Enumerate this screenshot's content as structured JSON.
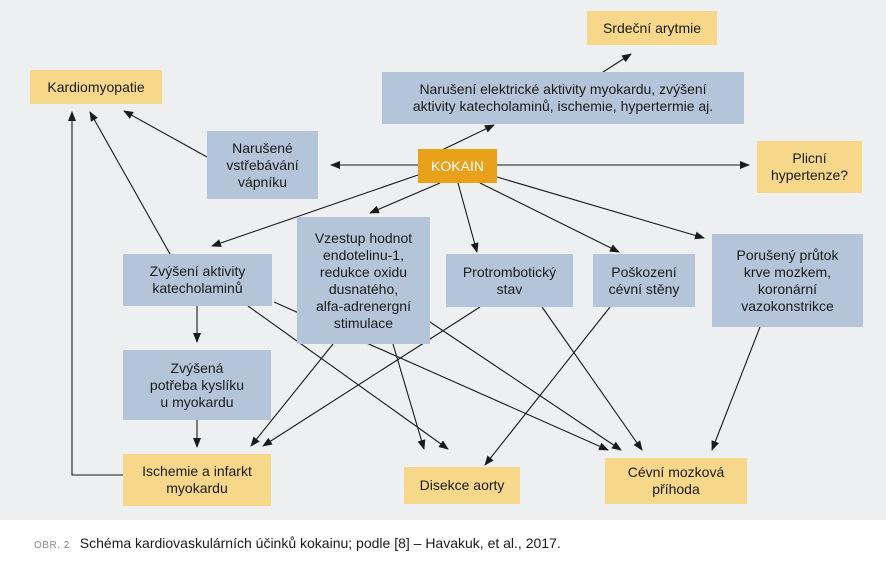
{
  "figure": {
    "label": "OBR. 2",
    "caption": "Schéma kardiovaskulárních účinků kokainu; podle [8] – Havakuk, et al., 2017."
  },
  "nodes": {
    "kokain": "KOKAIN",
    "srdecni_arytmie": "Srdeční arytmie",
    "kardiomyopatie": "Kardiomyopatie",
    "naruseni_elektricke": "Narušení elektrické aktivity myokardu, zvýšení\naktivity katecholaminů, ischemie, hypertermie aj.",
    "naruseni_vstrebavani": "Narušené\nvstřebávání\nvápníku",
    "plicni_hypertenze": "Plicní\nhypertenze?",
    "zvyseni_katecholaminu": "Zvýšení aktivity\nkatecholaminů",
    "vzestup_endotelinu": "Vzestup hodnot\nendotelinu-1,\nredukce oxidu\ndusnatého,\nalfa-adrenergní\nstimulace",
    "protromboticky_stav": "Protrombotický\nstav",
    "poskozeni_cevni_steny": "Poškození\ncévní stěny",
    "poruseny_prutok": "Porušený průtok\nkrve mozkem,\nkoronární\nvazokonstrikce",
    "zvysena_potreba": "Zvýšená\npotřeba kyslíku\nu myokardu",
    "ischemie_infarkt": "Ischemie a infarkt\nmyokardu",
    "disekce_aorty": "Disekce aorty",
    "cevni_mozkova_prihoda": "Cévní mozková\npříhoda"
  },
  "edges": [
    [
      "kokain",
      "naruseni_elektricke"
    ],
    [
      "naruseni_elektricke",
      "srdecni_arytmie"
    ],
    [
      "kokain",
      "naruseni_vstrebavani"
    ],
    [
      "naruseni_vstrebavani",
      "kardiomyopatie"
    ],
    [
      "kokain",
      "plicni_hypertenze"
    ],
    [
      "kokain",
      "zvyseni_katecholaminu"
    ],
    [
      "kokain",
      "vzestup_endotelinu"
    ],
    [
      "kokain",
      "protromboticky_stav"
    ],
    [
      "kokain",
      "poskozeni_cevni_steny"
    ],
    [
      "kokain",
      "poruseny_prutok"
    ],
    [
      "zvyseni_katecholaminu",
      "kardiomyopatie"
    ],
    [
      "zvyseni_katecholaminu",
      "zvysena_potreba"
    ],
    [
      "zvysena_potreba",
      "ischemie_infarkt"
    ],
    [
      "ischemie_infarkt",
      "kardiomyopatie"
    ],
    [
      "zvyseni_katecholaminu",
      "disekce_aorty"
    ],
    [
      "zvyseni_katecholaminu",
      "cevni_mozkova_prihoda"
    ],
    [
      "vzestup_endotelinu",
      "ischemie_infarkt"
    ],
    [
      "vzestup_endotelinu",
      "disekce_aorty"
    ],
    [
      "vzestup_endotelinu",
      "cevni_mozkova_prihoda"
    ],
    [
      "protromboticky_stav",
      "ischemie_infarkt"
    ],
    [
      "protromboticky_stav",
      "cevni_mozkova_prihoda"
    ],
    [
      "poskozeni_cevni_steny",
      "disekce_aorty"
    ],
    [
      "poruseny_prutok",
      "cevni_mozkova_prihoda"
    ]
  ],
  "colors": {
    "cause_box": "#b4c5da",
    "outcome_box": "#f7d789",
    "center_box": "#e9a11a",
    "background": "#eeeff0",
    "arrow": "#1a1a1a"
  }
}
